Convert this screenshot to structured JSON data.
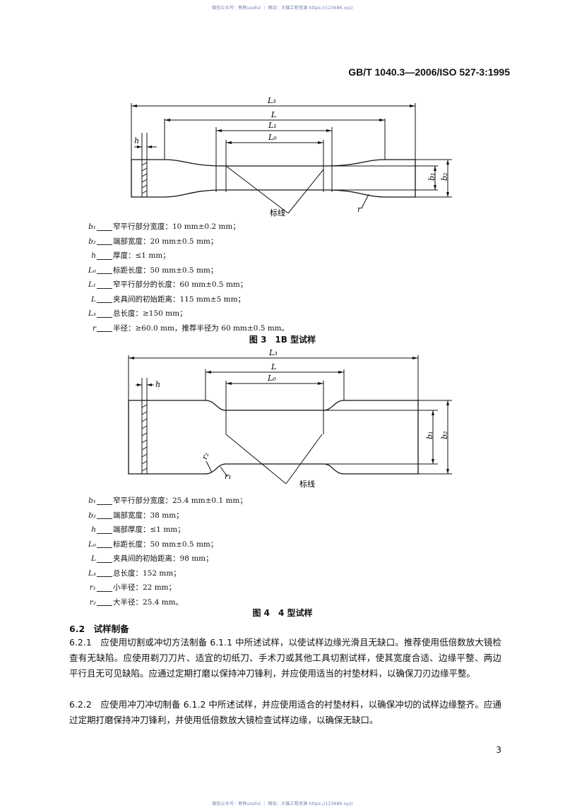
{
  "watermark_top": "微信公众号：熊熊useful ｜ 网站：大猫工程资源 https://123686.xyz/",
  "watermark_bottom": "微信公众号：熊熊useful ｜ 网站：大猫工程资源 https://123686.xyz/",
  "header": "GB/T 1040.3—2006/ISO 527-3:1995",
  "figure3": {
    "labels": {
      "L3": "L₃",
      "L": "L",
      "L1": "L₁",
      "L0": "L₀",
      "h": "h",
      "b1": "b₁",
      "b2": "b₂",
      "r": "r",
      "gauge": "标线"
    },
    "caption": "图 3　1B 型试样",
    "legend": [
      {
        "sym": "b₁",
        "text": "窄平行部分宽度：10 mm±0.2 mm；"
      },
      {
        "sym": "b₂",
        "text": "端部宽度：20 mm±0.5 mm；"
      },
      {
        "sym": "h",
        "text": "厚度：≤1 mm；"
      },
      {
        "sym": "L₀",
        "text": "标距长度：50 mm±0.5 mm；"
      },
      {
        "sym": "L₁",
        "text": "窄平行部分的长度：60 mm±0.5 mm；"
      },
      {
        "sym": "L",
        "text": "夹具间的初始距离：115 mm±5 mm；"
      },
      {
        "sym": "L₃",
        "text": "总长度：≥150 mm；"
      },
      {
        "sym": "r",
        "text": "半径：≥60.0 mm，推荐半径为 60 mm±0.5 mm。"
      }
    ]
  },
  "figure4": {
    "labels": {
      "L3": "L₃",
      "L": "L",
      "L0": "L₀",
      "h": "h",
      "b1": "b₁",
      "b2": "b₂",
      "r1": "r₁",
      "r2": "r₂",
      "gauge": "标线"
    },
    "caption": "图 4　4 型试样",
    "legend": [
      {
        "sym": "b₁",
        "text": "窄平行部分宽度：25.4 mm±0.1 mm；"
      },
      {
        "sym": "b₂",
        "text": "端部宽度：38 mm；"
      },
      {
        "sym": "h",
        "text": "端部厚度：≤1 mm；"
      },
      {
        "sym": "L₀",
        "text": "标距长度：50 mm±0.5 mm；"
      },
      {
        "sym": "L",
        "text": "夹具间的初始距离：98 mm；"
      },
      {
        "sym": "L₃",
        "text": "总长度：152 mm；"
      },
      {
        "sym": "r₁",
        "text": "小半径：22 mm；"
      },
      {
        "sym": "r₂",
        "text": "大半径：25.4 mm。"
      }
    ]
  },
  "section_6_2": {
    "title": "6.2　试样制备",
    "p1": "6.2.1　应使用切割或冲切方法制备 6.1.1 中所述试样，以使试样边缘光滑且无缺口。推荐使用低倍数放大镜检查有无缺陷。应使用剃刀刀片、适宜的切纸刀、手术刀或其他工具切割试样，使其宽度合适、边缘平整、两边平行且无可见缺陷。应通过定期打磨以保持冲刀锋利，并应使用适当的衬垫材料，以确保刀刃边缘平整。",
    "p2": "6.2.2　应使用冲刀冲切制备 6.1.2 中所述试样，并应使用适合的衬垫材料，以确保冲切的试样边缘整齐。应通过定期打磨保持冲刀锋利，并使用低倍数放大镜检查试样边缘，以确保无缺口。"
  },
  "page_number": "3"
}
